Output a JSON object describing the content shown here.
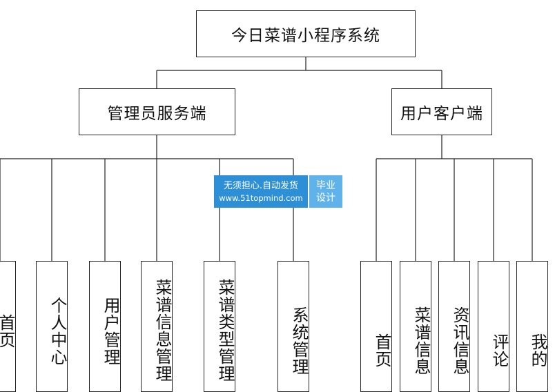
{
  "root": {
    "label": "今日菜谱小程序系统"
  },
  "admin": {
    "label": "管理员服务端",
    "children": [
      {
        "label": "首页"
      },
      {
        "label": "个人中心"
      },
      {
        "label": "用户管理"
      },
      {
        "label": "菜谱信息管理"
      },
      {
        "label": "菜谱类型管理"
      },
      {
        "label": "系统管理"
      }
    ]
  },
  "client": {
    "label": "用户客户端",
    "children": [
      {
        "label": "首页"
      },
      {
        "label": "菜谱信息"
      },
      {
        "label": "资讯信息"
      },
      {
        "label": "评论"
      },
      {
        "label": "我的"
      }
    ]
  },
  "watermark": {
    "line1": "无须担心.自动发货",
    "line2": "www.51topmind.com",
    "badge_top": "毕业",
    "badge_bottom": "设计"
  }
}
